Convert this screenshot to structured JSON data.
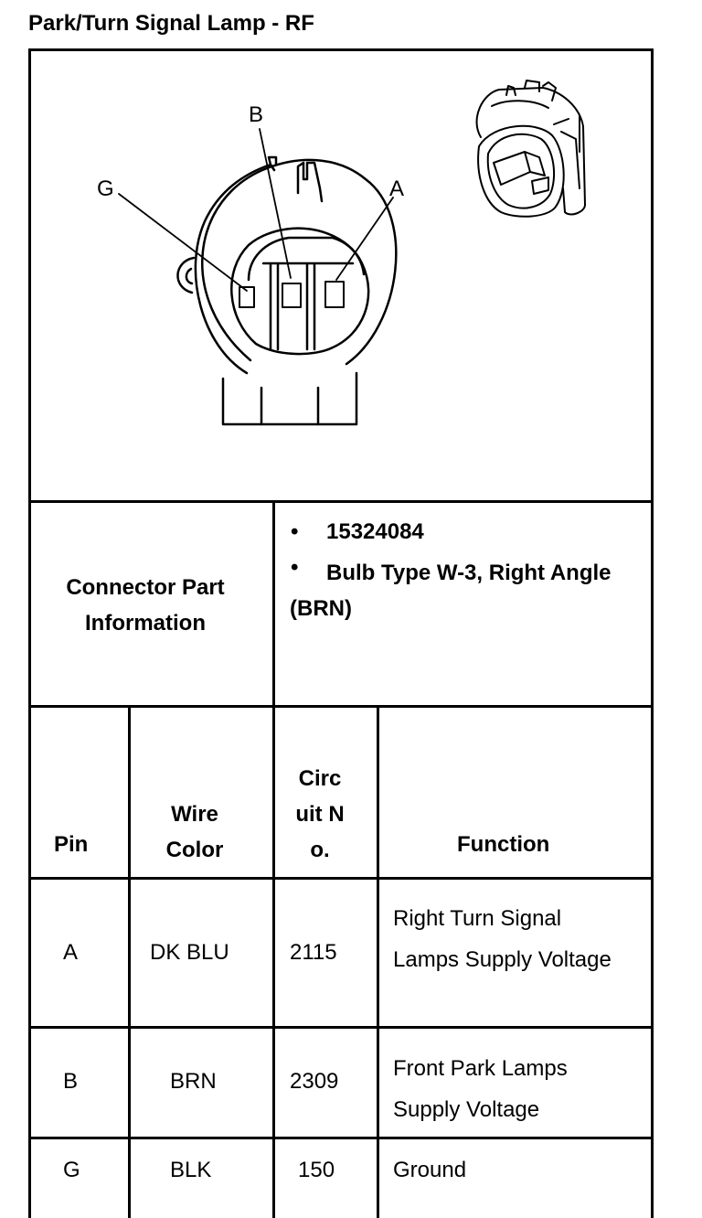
{
  "title": "Park/Turn Signal Lamp - RF",
  "diagram": {
    "pin_labels": [
      "B",
      "G",
      "A"
    ]
  },
  "connector_info": {
    "label": "Connector Part Information",
    "bullets": [
      "15324084",
      "Bulb Type W-3, Right Angle (BRN)"
    ],
    "bullet_char": "•"
  },
  "table": {
    "headers": [
      "Pin",
      "Wire Color",
      "Circuit No.",
      "Function"
    ],
    "rows": [
      {
        "pin": "A",
        "color": "DK BLU",
        "circuit": "2115",
        "function": "Right Turn Signal Lamps Supply Voltage"
      },
      {
        "pin": "B",
        "color": "BRN",
        "circuit": "2309",
        "function": "Front Park Lamps Supply Voltage"
      },
      {
        "pin": "G",
        "color": "BLK",
        "circuit": "150",
        "function": "Ground"
      }
    ]
  }
}
